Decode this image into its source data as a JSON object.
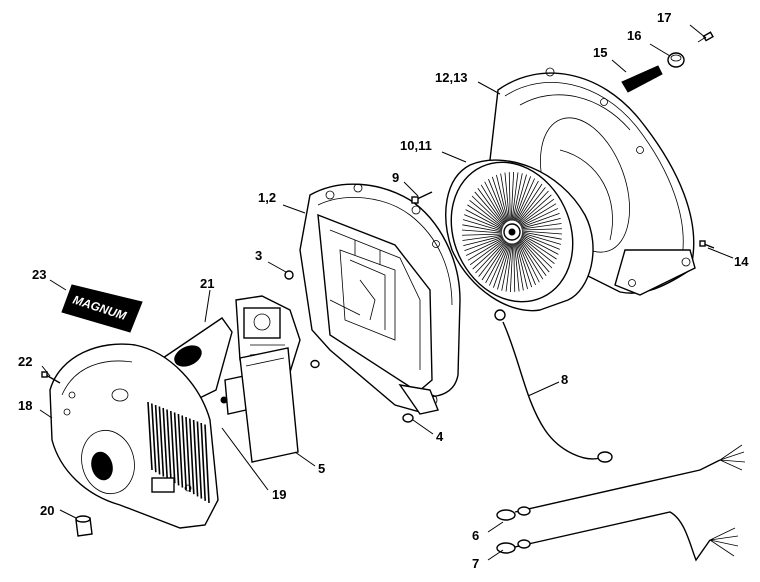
{
  "callouts": {
    "c17": "17",
    "c16": "16",
    "c15": "15",
    "c12_13": "12,13",
    "c10_11": "10,11",
    "c9": "9",
    "c1_2": "1,2",
    "c3": "3",
    "c14": "14",
    "c23": "23",
    "c21": "21",
    "c22": "22",
    "c18": "18",
    "c8": "8",
    "c4": "4",
    "c5": "5",
    "c19": "19",
    "c20": "20",
    "c6": "6",
    "c7": "7"
  },
  "logo": "MAGNUM"
}
